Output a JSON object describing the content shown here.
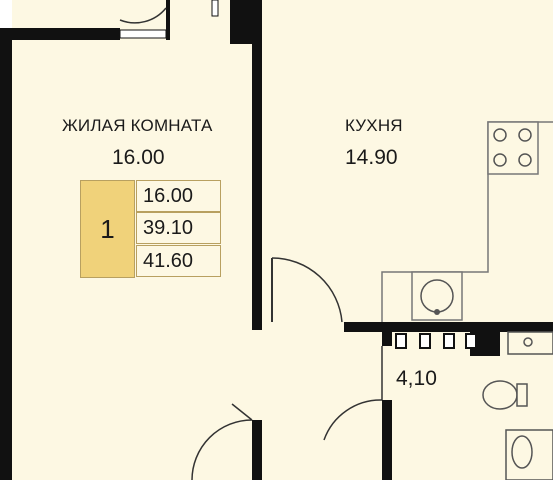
{
  "rooms": {
    "living": {
      "name": "ЖИЛАЯ КОМНАТА",
      "area": "16.00"
    },
    "kitchen": {
      "name": "КУХНЯ",
      "area": "14.90"
    },
    "bath": {
      "area": "4,10"
    }
  },
  "summary": {
    "rooms_count": "1",
    "living_area": "16.00",
    "total_area": "39.10",
    "total_with_balcony": "41.60"
  },
  "colors": {
    "floor": "#fdf8e3",
    "wall": "#111111",
    "badge": "#f0d27a"
  }
}
